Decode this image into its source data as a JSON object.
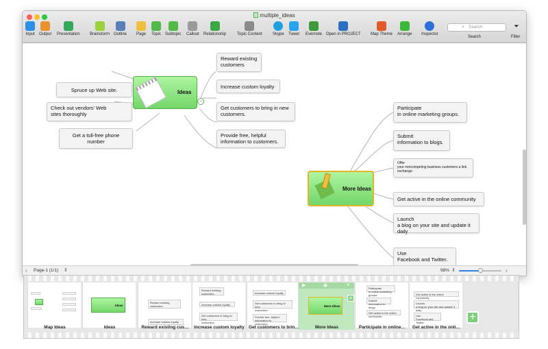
{
  "window": {
    "title": "multiple_ideas"
  },
  "toolbar": {
    "items": [
      {
        "id": "input",
        "label": "Input",
        "icon": "input-arrow-icon",
        "color": "#2d8ee8"
      },
      {
        "id": "output",
        "label": "Output",
        "icon": "output-arrow-icon",
        "color": "#e8932d"
      },
      {
        "id": "presentation",
        "label": "Presentation",
        "icon": "presentation-board-icon",
        "color": "#33a95d"
      },
      {
        "id": "brainstorm",
        "label": "Brainstorm",
        "icon": "brainstorm-bulb-icon",
        "color": "#9bd23c"
      },
      {
        "id": "outline",
        "label": "Outline",
        "icon": "outline-list-icon",
        "color": "#5a7fb8"
      },
      {
        "id": "page",
        "label": "Page",
        "icon": "page-icon",
        "color": "#f0c03d"
      },
      {
        "id": "topic",
        "label": "Topic",
        "icon": "topic-icon",
        "color": "#52b848"
      },
      {
        "id": "subtopic",
        "label": "Subtopic",
        "icon": "subtopic-icon",
        "color": "#52b848"
      },
      {
        "id": "callout",
        "label": "Callout",
        "icon": "callout-icon",
        "color": "#9a9a9a"
      },
      {
        "id": "relationship",
        "label": "Relationship",
        "icon": "relationship-icon",
        "color": "#39a845"
      },
      {
        "id": "topic-content",
        "label": "Topic Content",
        "icon": "topic-content-icon",
        "color": "#8a8a8a"
      },
      {
        "id": "skype",
        "label": "Skype",
        "icon": "skype-icon",
        "color": "#1fa0e0"
      },
      {
        "id": "tweet",
        "label": "Tweet",
        "icon": "twitter-icon",
        "color": "#2aa3ef"
      },
      {
        "id": "evernote",
        "label": "Evernote",
        "icon": "evernote-icon",
        "color": "#3d9b3a"
      },
      {
        "id": "open-project",
        "label": "Open in PROJECT",
        "icon": "project-icon",
        "color": "#2c6fc2"
      },
      {
        "id": "map-theme",
        "label": "Map Theme",
        "icon": "map-theme-icon",
        "color": "#e05a2a"
      },
      {
        "id": "arrange",
        "label": "Arrange",
        "icon": "arrange-icon",
        "color": "#3cb83c"
      },
      {
        "id": "inspector",
        "label": "Inspector",
        "icon": "info-icon",
        "color": "#2f6fd6"
      }
    ],
    "search_placeholder": "Search",
    "search_label": "Search",
    "filter_label": "Filter"
  },
  "map": {
    "central_ideas": "Ideas",
    "central_more": "More Ideas",
    "left_topics": [
      "Spruce up Web site.",
      "Check out vendors' Web\nsites thoroughly",
      "Get a toll-free phone\nnumber"
    ],
    "right_topics_ideas": [
      "Reward existing\ncustomers",
      "Increase custom loyalty",
      "Get customers to bring in new\ncustomers.",
      "Provide free, helpful\ninformation to customers."
    ],
    "more_topics": [
      "Participate\nin online marketing groups.",
      "Submit\ninformation to blogs.",
      "Offer\nyour noncompeting business customers a link\nexchange.",
      "Get active in the online community",
      "Launch\na blog on your site and update it daily",
      "Use\nFacebook and Twitter."
    ],
    "collapse_symbol": "−"
  },
  "status": {
    "page_label": "Page-1 (1/1)",
    "zoom": "98%",
    "zoom_fraction": 0.5
  },
  "filmstrip": {
    "slides": [
      "Map  Ideas",
      "Ideas",
      "Reward existing cus…",
      "Increase custom loyalty",
      "Get customers to brin…",
      "More Ideas",
      "Participate in online…",
      "Get active in the onli…"
    ],
    "selected_index": 5,
    "add_symbol": "+"
  },
  "colors": {
    "accent_green": "#74d66b",
    "selection": "#bfe8bf",
    "node_border_more": "#e3b52a"
  }
}
